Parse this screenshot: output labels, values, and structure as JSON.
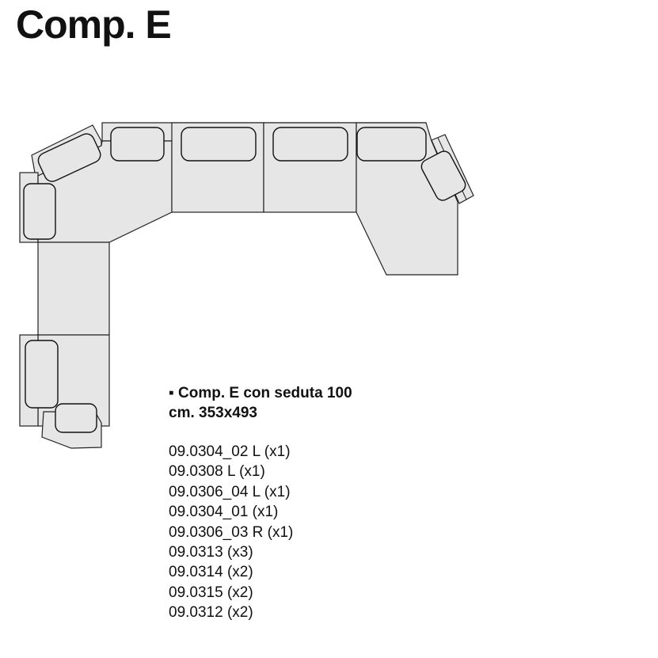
{
  "title": "Comp. E",
  "description": {
    "bullet": "▪",
    "line1": "Comp. E con seduta 100",
    "line2": "cm. 353x493"
  },
  "codes": [
    "09.0304_02 L (x1)",
    "09.0308 L (x1)",
    "09.0306_04 L (x1)",
    "09.0304_01 (x1)",
    "09.0306_03 R (x1)",
    "09.0313 (x3)",
    "09.0314 (x2)",
    "09.0315 (x2)",
    "09.0312 (x2)"
  ]
}
